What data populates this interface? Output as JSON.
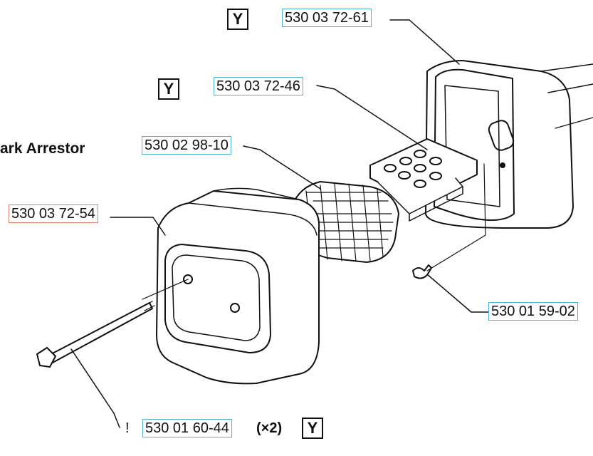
{
  "heading": "ark Arrestor",
  "badge_letter": "Y",
  "parts": [
    {
      "id": "cover-rear",
      "number": "530 03 72-61"
    },
    {
      "id": "spark-plate",
      "number": "530 03 72-46"
    },
    {
      "id": "spark-screen",
      "number": "530 02 98-10"
    },
    {
      "id": "cover-front",
      "number": "530 03 72-54"
    },
    {
      "id": "screw",
      "number": "530 01 59-02"
    },
    {
      "id": "bolt",
      "number": "530 01 60-44"
    }
  ],
  "bolt_prefix": "!",
  "bolt_qty": "(×2)",
  "colors": {
    "label_border": "#4fb3d9",
    "highlight_border": "#e0806b",
    "line": "#111111"
  }
}
